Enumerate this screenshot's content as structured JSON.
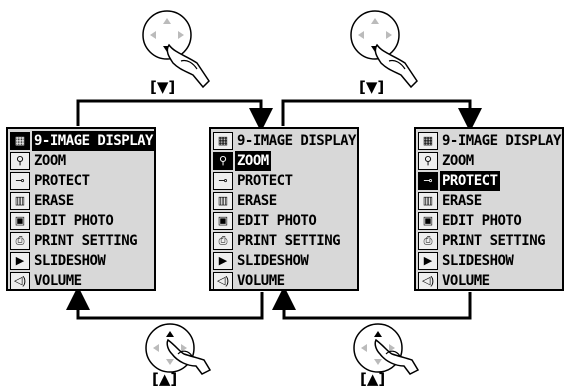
{
  "menus": [
    {
      "selected": 0,
      "items": [
        {
          "label": "9-IMAGE DISPLAY",
          "icon": "grid-icon"
        },
        {
          "label": "ZOOM",
          "icon": "magnifier-icon"
        },
        {
          "label": "PROTECT",
          "icon": "key-icon"
        },
        {
          "label": "ERASE",
          "icon": "trash-icon"
        },
        {
          "label": "EDIT PHOTO",
          "icon": "edit-photo-icon"
        },
        {
          "label": "PRINT SETTING",
          "icon": "printer-icon"
        },
        {
          "label": "SLIDESHOW",
          "icon": "slideshow-icon"
        },
        {
          "label": "VOLUME",
          "icon": "speaker-icon"
        }
      ]
    },
    {
      "selected": 1,
      "items": [
        {
          "label": "9-IMAGE DISPLAY",
          "icon": "grid-icon"
        },
        {
          "label": "ZOOM",
          "icon": "magnifier-icon"
        },
        {
          "label": "PROTECT",
          "icon": "key-icon"
        },
        {
          "label": "ERASE",
          "icon": "trash-icon"
        },
        {
          "label": "EDIT PHOTO",
          "icon": "edit-photo-icon"
        },
        {
          "label": "PRINT SETTING",
          "icon": "printer-icon"
        },
        {
          "label": "SLIDESHOW",
          "icon": "slideshow-icon"
        },
        {
          "label": "VOLUME",
          "icon": "speaker-icon"
        }
      ]
    },
    {
      "selected": 2,
      "items": [
        {
          "label": "9-IMAGE DISPLAY",
          "icon": "grid-icon"
        },
        {
          "label": "ZOOM",
          "icon": "magnifier-icon"
        },
        {
          "label": "PROTECT",
          "icon": "key-icon"
        },
        {
          "label": "ERASE",
          "icon": "trash-icon"
        },
        {
          "label": "EDIT PHOTO",
          "icon": "edit-photo-icon"
        },
        {
          "label": "PRINT SETTING",
          "icon": "printer-icon"
        },
        {
          "label": "SLIDESHOW",
          "icon": "slideshow-icon"
        },
        {
          "label": "VOLUME",
          "icon": "speaker-icon"
        }
      ]
    }
  ],
  "captions": {
    "down_left": "[▼]",
    "down_right": "[▼]",
    "up_left": "[▲]",
    "up_right": "[▲]"
  },
  "icon_glyphs": {
    "grid-icon": "▦",
    "magnifier-icon": "⚲",
    "key-icon": "⊸",
    "trash-icon": "▥",
    "edit-photo-icon": "▣",
    "printer-icon": "⎙",
    "slideshow-icon": "▶",
    "speaker-icon": "◁)"
  }
}
